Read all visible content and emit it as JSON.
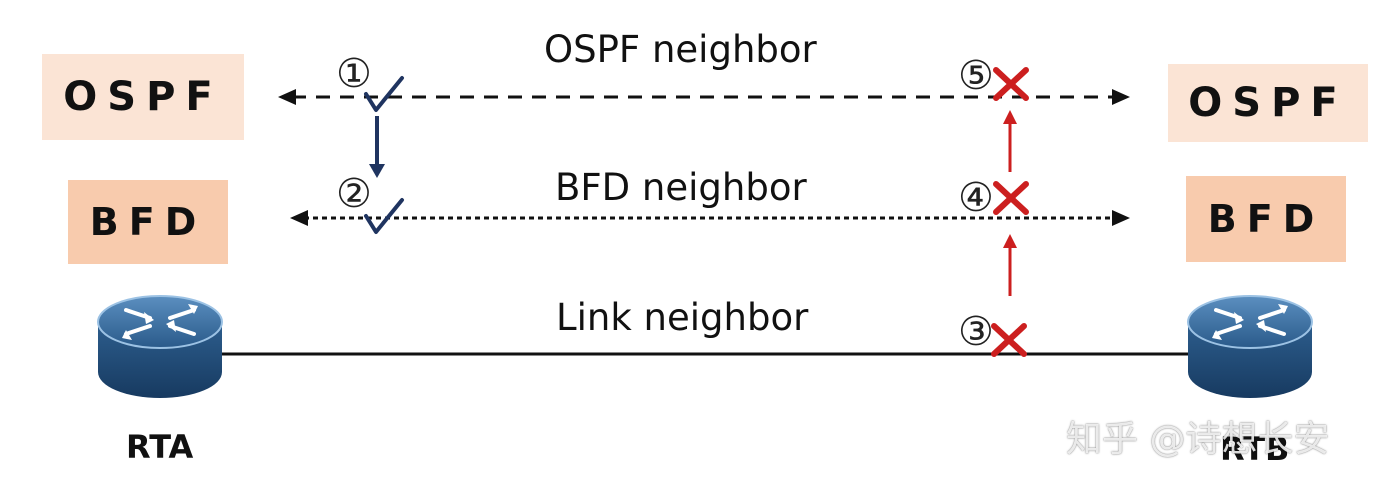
{
  "protocols": {
    "ospf_left": "OSPF",
    "ospf_right": "OSPF",
    "bfd_left": "BFD",
    "bfd_right": "BFD"
  },
  "labels": {
    "ospf_neighbor": "OSPF neighbor",
    "bfd_neighbor": "BFD neighbor",
    "link_neighbor": "Link neighbor"
  },
  "steps": {
    "s1": "①",
    "s2": "②",
    "s3": "③",
    "s4": "④",
    "s5": "⑤"
  },
  "routers": {
    "rta": "RTA",
    "rtb": "RTB"
  },
  "watermark": "知乎 @诗想长安",
  "colors": {
    "ospf_box": "#fbe4d5",
    "bfd_box": "#f8cbad",
    "fail_red": "#cc1f1f",
    "check_navy": "#1f3460",
    "router_blue": "#2e5f8e"
  }
}
